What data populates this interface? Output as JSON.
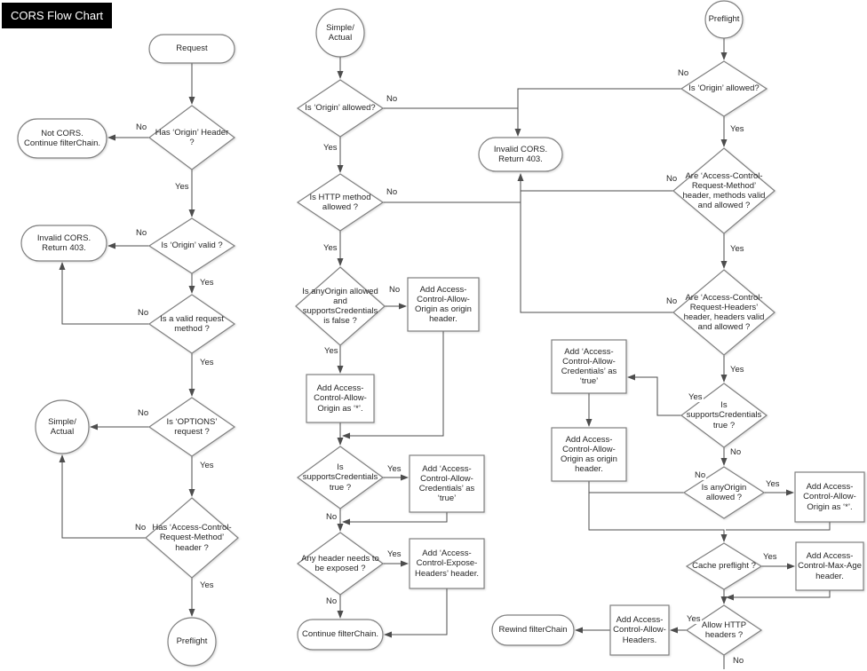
{
  "title": "CORS Flow Chart",
  "edge_labels": {
    "yes": "Yes",
    "no": "No"
  },
  "colors": {
    "shape_stroke": "#808080",
    "line": "#4d4d4d",
    "text": "#262626",
    "title_bg": "#000000",
    "title_fg": "#ffffff"
  },
  "nodes": {
    "request": "Request",
    "has_origin_header": "Has ‘Origin’ Header ?",
    "not_cors": "Not CORS. Continue filterChain.",
    "is_origin_valid": "Is ‘Origin’ valid ?",
    "invalid_cors_left": "Invalid CORS. Return 403.",
    "is_valid_method": "Is a valid request method ?",
    "is_options_request": "Is ‘OPTIONS’ request ?",
    "simple_actual_left": "Simple/ Actual",
    "has_acrm_header": "Has ‘Access-Control-Request-Method’ header ?",
    "preflight_left": "Preflight",
    "simple_actual_mid": "Simple/ Actual",
    "is_origin_allowed_mid": "Is ‘Origin’ allowed?",
    "invalid_cors_mid": "Invalid CORS. Return 403.",
    "is_http_method_allowed": "Is HTTP method allowed ?",
    "anyorigin_supports_false": "Is anyOrigin allowed and supportsCredentials is false ?",
    "add_acao_origin_mid": "Add Access-Control-Allow-Origin as origin header.",
    "add_acao_star_mid": "Add Access-Control-Allow-Origin as ‘*’.",
    "is_supports_true_mid": "Is supportsCredentials true ?",
    "add_acac_true_mid": "Add ‘Access-Control-Allow-Credentials’ as ‘true’",
    "any_header_exposed": "Any header needs to be exposed ?",
    "add_expose_headers": "Add ‘Access-Control-Expose-Headers’ header.",
    "continue_filterchain": "Continue filterChain.",
    "preflight_right": "Preflight",
    "is_origin_allowed_right": "Is ‘Origin’ allowed?",
    "acrm_valid_allowed": "Are ‘Access-Control-Request-Method’ header, methods  valid and allowed ?",
    "acrh_valid_allowed": "Are ‘Access-Control-Request-Headers’ header, headers valid and allowed ?",
    "is_supports_true_right": "Is supportsCredentials true ?",
    "add_acac_true_right": "Add ‘Access-Control-Allow-Credentials’ as ‘true’",
    "add_acao_origin_right": "Add Access-Control-Allow-Origin as origin header.",
    "is_anyorigin_allowed": "Is anyOrigin allowed ?",
    "add_acao_star_right": "Add Access-Control-Allow-Origin as ‘*’.",
    "cache_preflight": "Cache preflight ?",
    "add_max_age": "Add Access-Control-Max-Age header.",
    "allow_http_headers": "Allow HTTP headers ?",
    "add_allow_headers": "Add Access-Control-Allow-Headers.",
    "rewind_filterchain": "Rewind filterChain"
  }
}
